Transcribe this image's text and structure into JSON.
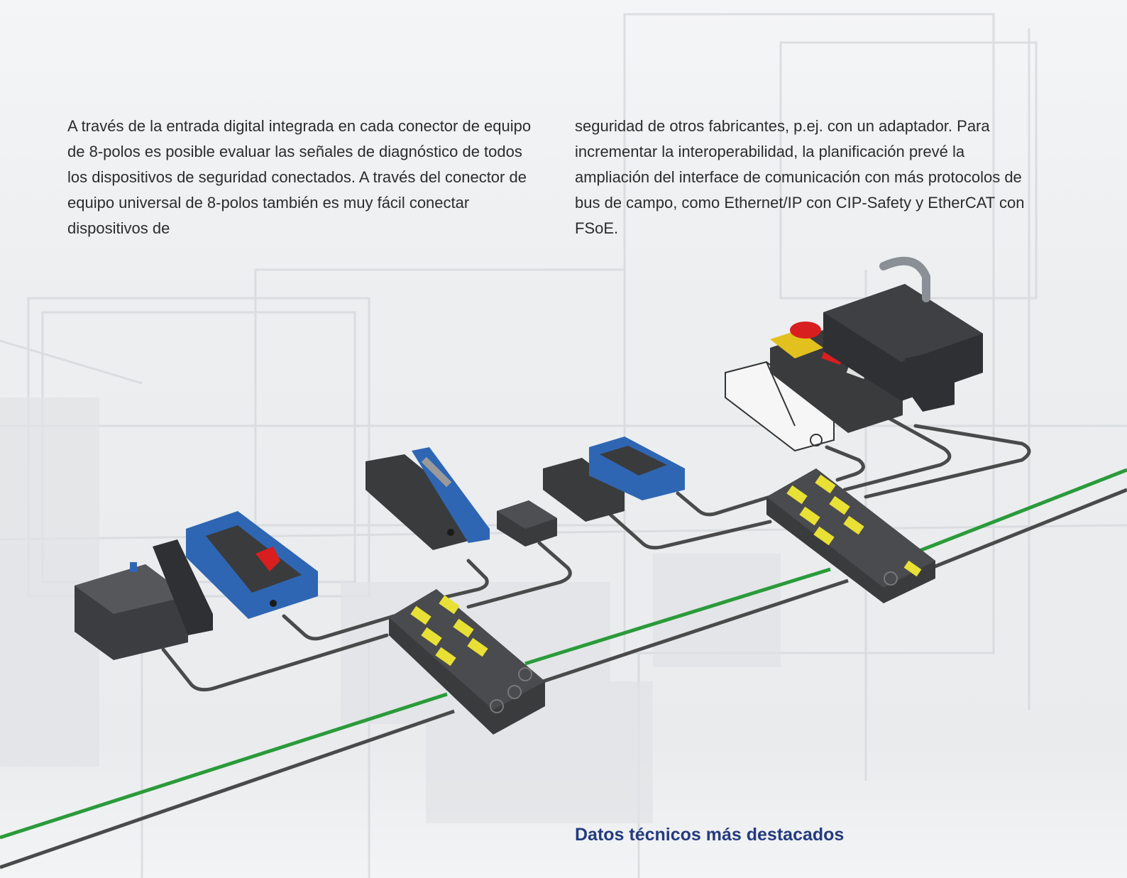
{
  "paragraph_left": "A través de la entrada digital integrada en cada conector de equipo de 8-polos es posible evaluar las señales de diagnóstico de todos los dispositivos de seguridad conectados. A través del conector de equipo universal de 8-polos también es muy fácil conectar dispositivos de",
  "paragraph_right": "seguridad de otros fabricantes, p.ej. con un adaptador. Para incrementar la interoperabilidad, la planificación prevé la ampliación del interface de comunicación con más protocolos de bus de campo, como Ethernet/IP con CIP-Safety y EtherCAT con FSoE.",
  "section_heading": "Datos técnicos más destacados",
  "colors": {
    "brand_blue": "#1d3a7b",
    "heading_blue": "#243b7e",
    "bus_green": "#2a9b3a",
    "cable_gray": "#4a4a4a",
    "module_yellow": "#e8e035",
    "device_blue": "#2f66b3"
  }
}
